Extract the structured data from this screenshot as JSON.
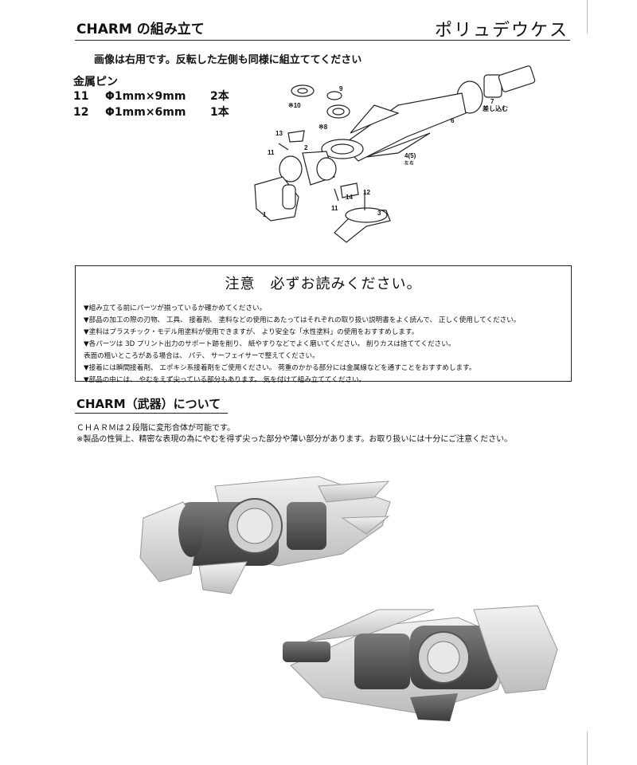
{
  "header": {
    "title": "CHARM の組み立て",
    "name": "ポリュデウケス"
  },
  "subtitle": "画像は右用です。反転した左側も同様に組立ててください",
  "pins": {
    "title": "金属ピン",
    "items": [
      {
        "num": "11",
        "spec": "Φ1mm×9mm",
        "count": "2本"
      },
      {
        "num": "12",
        "spec": "Φ1mm×6mm",
        "count": "1本"
      }
    ]
  },
  "diagram": {
    "labels": {
      "p1": "1",
      "p2": "2",
      "p3": "3",
      "p45": "4(5)",
      "p45_sub": "左 右",
      "p6": "6",
      "p7": "7",
      "p7_note": "差し込む",
      "p8": "※8",
      "p9": "9",
      "p10": "※10",
      "p11a": "11",
      "p11b": "11",
      "p12": "12",
      "p13": "13",
      "p14": "14"
    }
  },
  "notice": {
    "title": "注意　必ずお読みください。",
    "lines": [
      "▼組み立てる前にパーツが揃っているか確かめてください。",
      "▼部品の加工の際の刃物、 工具、 接着剤、 塗料などの使用にあたってはそれぞれの取り扱い説明書をよく読んで、 正しく使用してください。",
      "▼塗料はプラスチック・モデル用塗料が使用できますが、 より安全な「水性塗料」の使用をおすすめします。",
      "▼各パーツは 3D プリント出力のサポート跡を削り、 紙やすりなどでよく磨いてください。 削りカスは捨ててください。",
      "表面の粗いところがある場合は、 パテ、 サーフェイサーで整えてください。",
      "▼接着には瞬間接着剤、 エポキシ系接着剤をご使用ください。 荷重のかかる部分には金属線などを通すことをおすすめします。",
      "▼部品の中には、 やむをえず尖っている部分もあります。 気を付けて組み立ててください。"
    ]
  },
  "section": {
    "title": "CHARM（武器）について",
    "desc1": "ＣＨＡＲＭは２段階に変形合体が可能です。",
    "desc2": "※製品の性質上、精密な表現の為にやむを得ず尖った部分や薄い部分があります。お取り扱いには十分にご注意ください。"
  }
}
